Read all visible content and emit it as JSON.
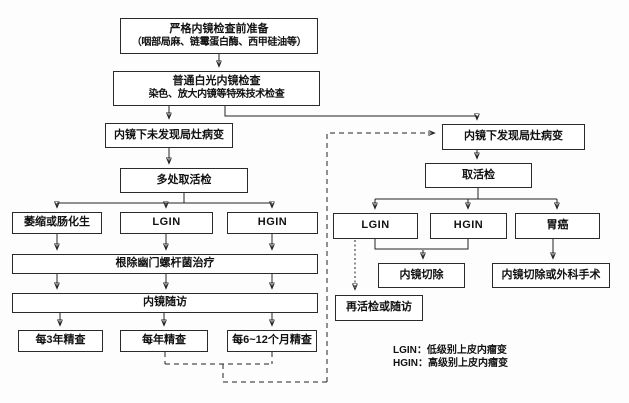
{
  "diagram": {
    "nodes": {
      "prep": {
        "line1": "严格内镜检查前准备",
        "line2": "（咽部局麻、链霉蛋白酶、西甲硅油等）"
      },
      "white_light": {
        "line1": "普通白光内镜检查",
        "line2": "染色、放大内镜等特殊技术检查"
      },
      "no_lesion": {
        "label": "内镜下未发现局灶病变"
      },
      "lesion_found": {
        "label": "内镜下发现局灶病变"
      },
      "multi_biopsy": {
        "label": "多处取活检"
      },
      "atrophy": {
        "label": "萎缩或肠化生"
      },
      "lgin_left": {
        "label": "LGIN"
      },
      "hgin_left": {
        "label": "HGIN"
      },
      "hp_eradication": {
        "label": "根除幽门螺杆菌治疗"
      },
      "endo_followup": {
        "label": "内镜随访"
      },
      "every_3_years": {
        "label": "每3年精查"
      },
      "every_year": {
        "label": "每年精查"
      },
      "every_6_12_months": {
        "label": "每6~12个月精查"
      },
      "biopsy": {
        "label": "取活检"
      },
      "lgin_right": {
        "label": "LGIN"
      },
      "hgin_right": {
        "label": "HGIN"
      },
      "gastric_cancer": {
        "label": "胃癌"
      },
      "endo_resection": {
        "label": "内镜切除"
      },
      "resection_or_surgery": {
        "label": "内镜切除或外科手术"
      },
      "rebiopsy_or_followup": {
        "label": "再活检或随访"
      }
    },
    "legend": {
      "line1": "LGIN：低级别上皮内瘤变",
      "line2": "HGIN：高级别上皮内瘤变"
    },
    "colors": {
      "line": "#222222",
      "box_border": "#2a2a2a",
      "box_background": "#ffffff",
      "text": "#111111",
      "page_background": "#fdfdfd"
    }
  }
}
